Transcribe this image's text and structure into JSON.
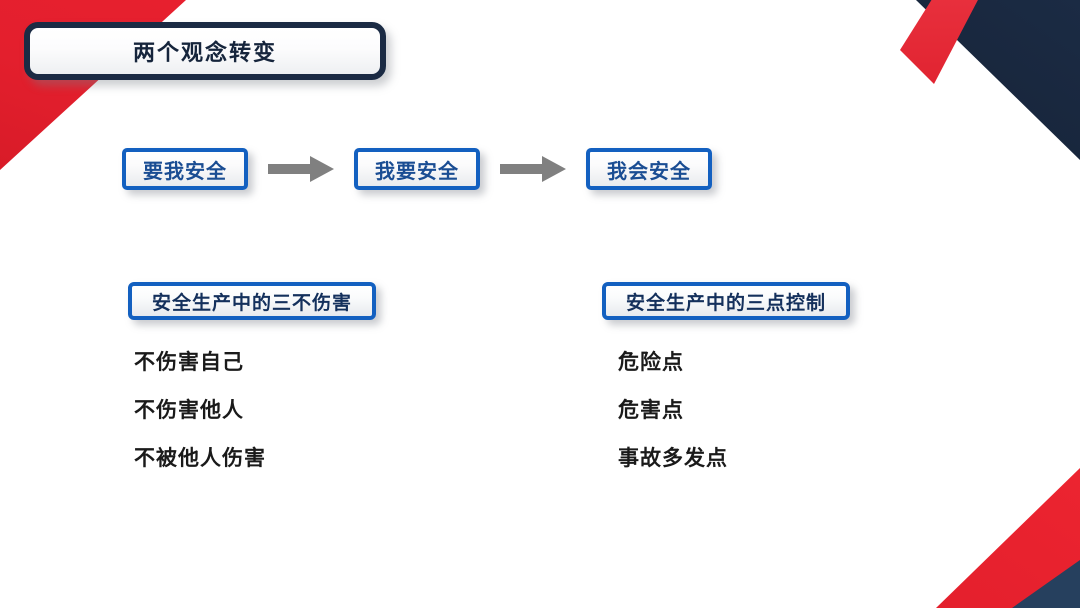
{
  "slide": {
    "title": "两个观念转变",
    "background_color": "#ffffff"
  },
  "theme": {
    "navy": "#1b2b44",
    "red": "#e31f2c",
    "blue": "#1360c0",
    "blue_text": "#1a4d93",
    "header_text": "#14305c",
    "arrow_gray": "#808080"
  },
  "flow": {
    "steps": [
      {
        "label": "要我安全"
      },
      {
        "label": "我要安全"
      },
      {
        "label": "我会安全"
      }
    ],
    "arrow_icon": "arrow-right-icon"
  },
  "panels": [
    {
      "header": "安全生产中的三不伤害",
      "items": [
        "不伤害自己",
        "不伤害他人",
        "不被他人伤害"
      ]
    },
    {
      "header": "安全生产中的三点控制",
      "items": [
        "危险点",
        "危害点",
        "事故多发点"
      ]
    }
  ],
  "decorations": [
    {
      "name": "corner-triangle-top-left",
      "color": "#e31f2c"
    },
    {
      "name": "corner-triangle-top-right",
      "color": "#1b2b44"
    },
    {
      "name": "corner-accent-top-right",
      "color": "#e8303d"
    },
    {
      "name": "corner-triangle-bottom-right",
      "color": "#e31f2c"
    },
    {
      "name": "corner-accent-bottom-right",
      "color": "#26405e"
    }
  ]
}
